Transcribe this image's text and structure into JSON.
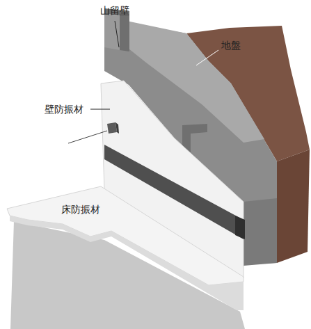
{
  "diagram": {
    "labels": [
      "山留壁",
      "地盤",
      "壁防振材",
      "床防振材"
    ]
  }
}
